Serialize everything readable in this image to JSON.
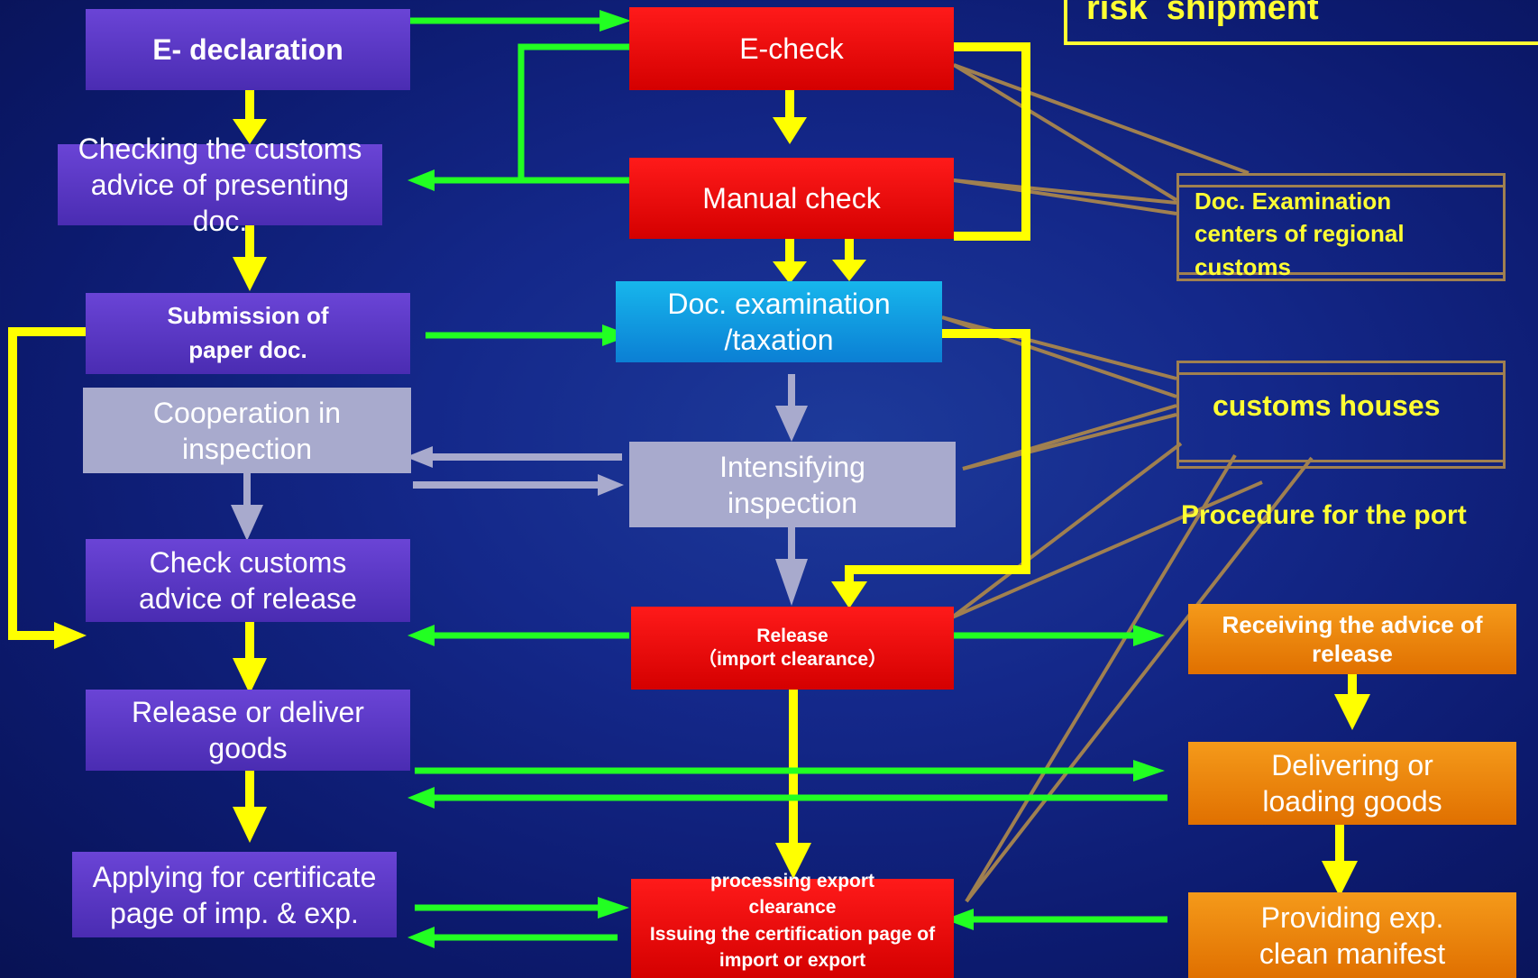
{
  "risk_label": "risk  shipment",
  "left_column": {
    "e_declaration": "E- declaration",
    "checking_advice": "Checking the customs advice of presenting doc.",
    "submission": "Submission of paper doc.",
    "cooperation": "Cooperation in inspection",
    "check_release_advice": "Check customs advice of release",
    "release_deliver": "Release or deliver goods",
    "applying_certificate": "Applying for certificate page of imp. & exp."
  },
  "middle_column": {
    "e_check": "E-check",
    "manual_check": "Manual check",
    "doc_examination": "Doc. examination /taxation",
    "intensifying": "Intensifying inspection",
    "release_title": "Release",
    "release_sub": "（import clearance）",
    "processing_1": "processing export clearance",
    "processing_2": "Issuing the certification page of import or export"
  },
  "right_column": {
    "doc_exam_centers": "Doc. Examination centers of  regional customs",
    "customs_houses": "customs houses",
    "port_procedure": "Procedure for the port",
    "receiving_advice": "Receiving the advice of release",
    "delivering_loading": "Delivering or loading goods",
    "providing_manifest": "Providing exp. clean manifest"
  },
  "colors": {
    "yellow": "#ffff00",
    "green": "#22ff22",
    "gray_arrow": "#a8aacd",
    "brown_line": "#a08050"
  }
}
